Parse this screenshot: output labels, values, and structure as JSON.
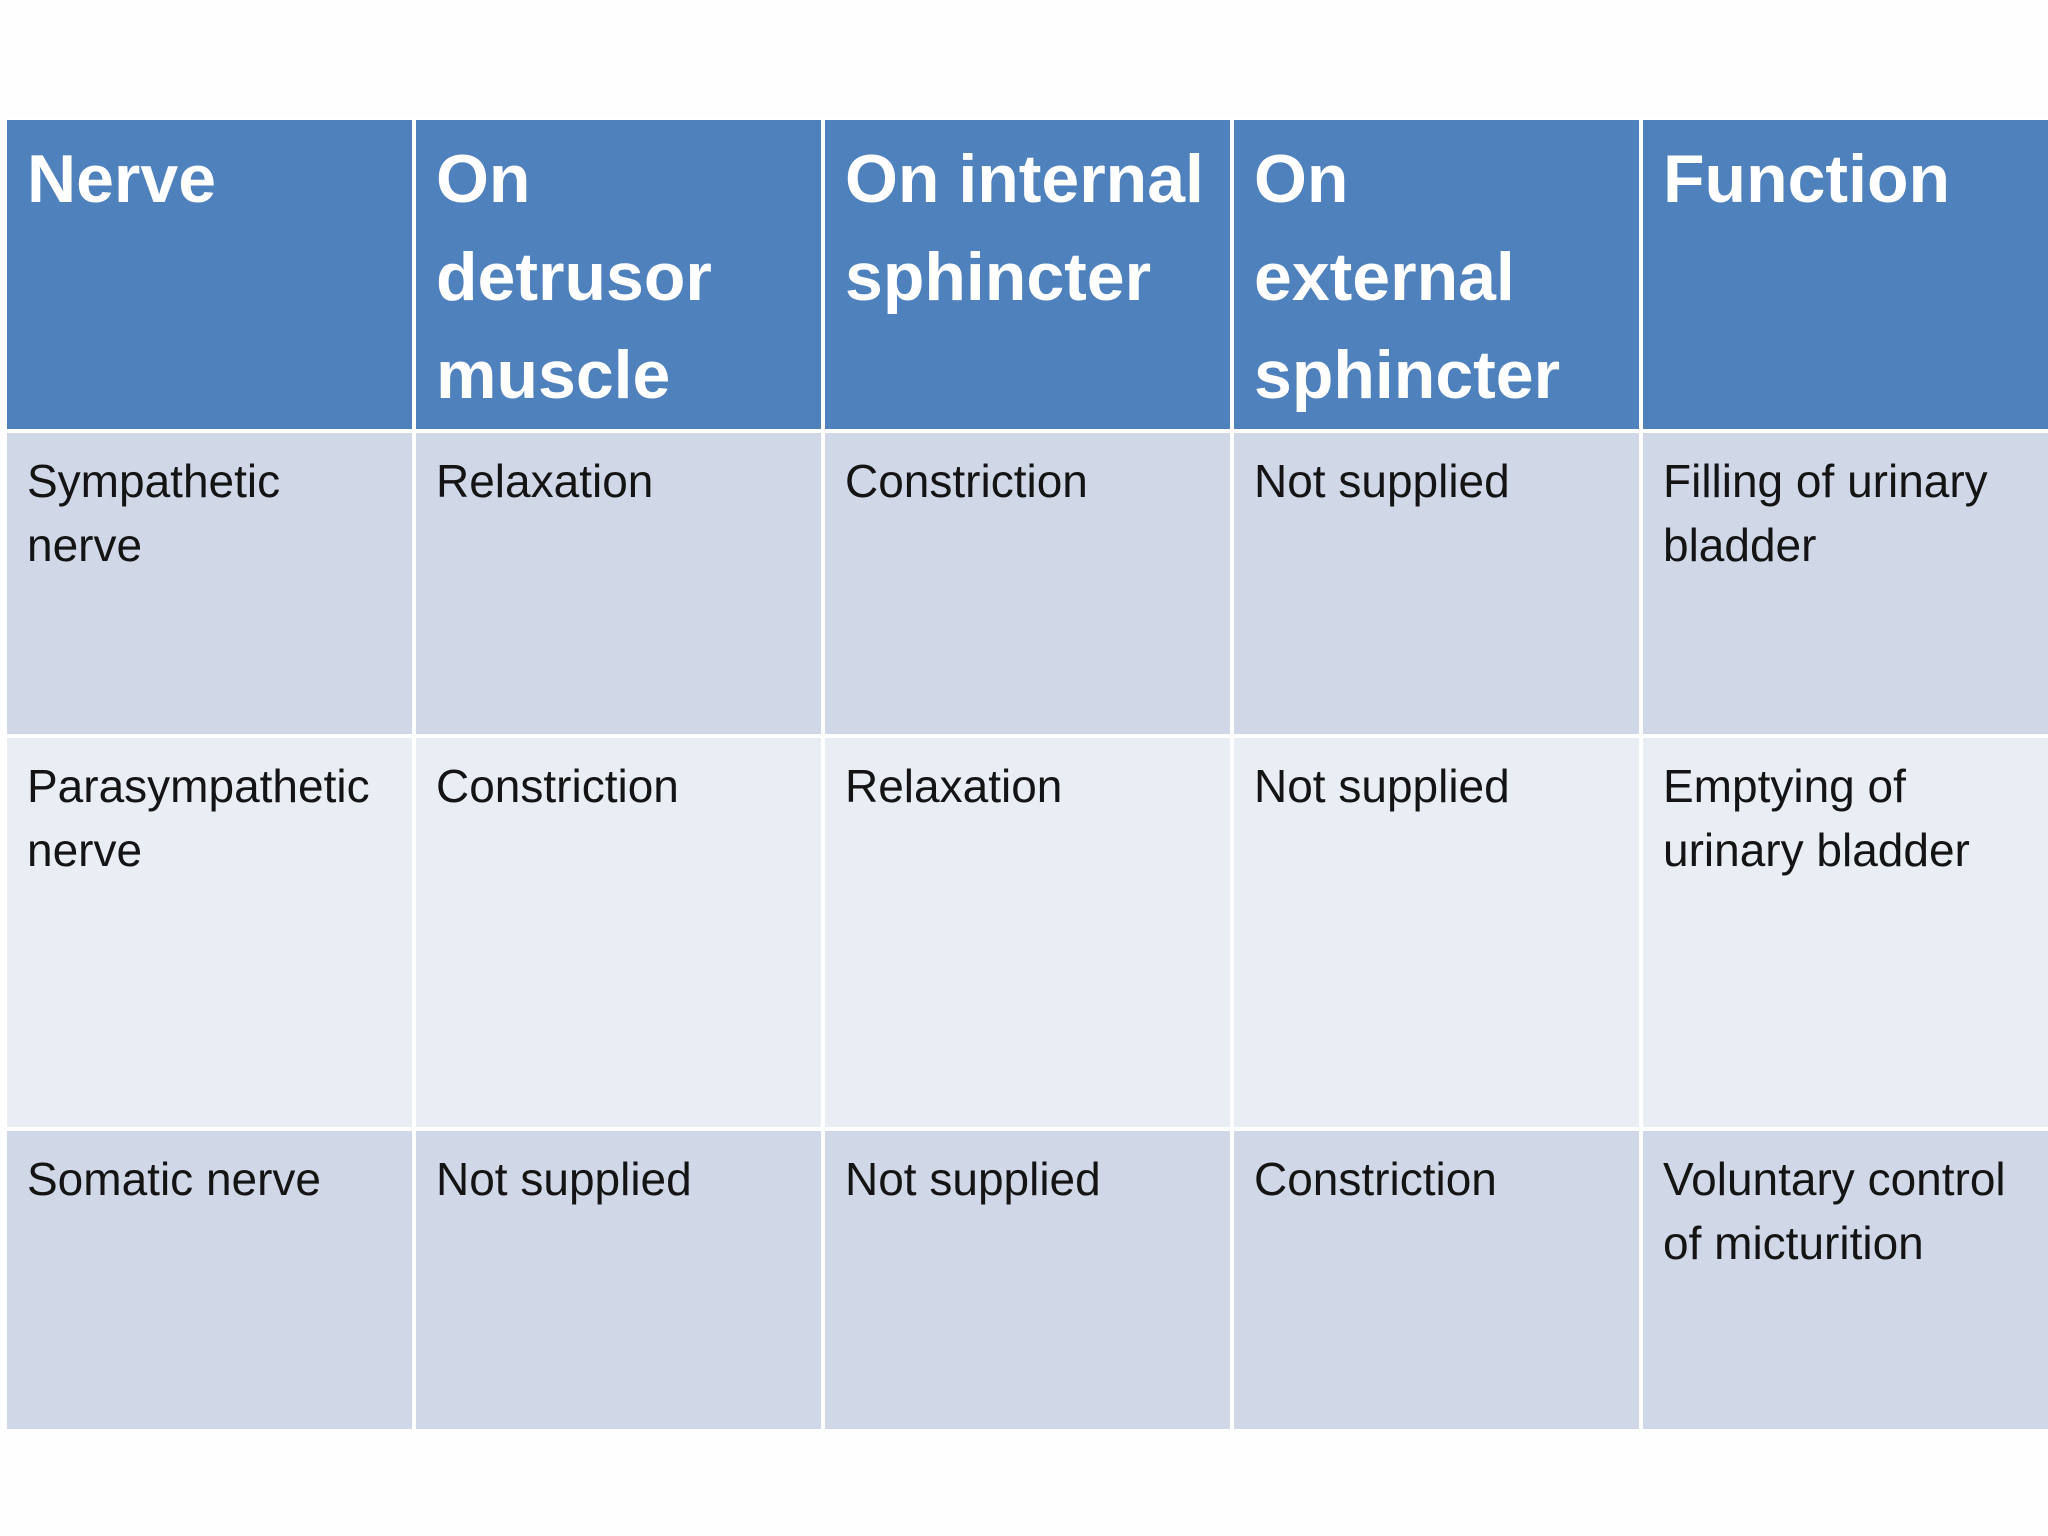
{
  "table": {
    "headers": [
      "Nerve",
      "On detrusor muscle",
      "On internal sphincter",
      "On external sphincter",
      "Function"
    ],
    "rows": [
      [
        "Sympathetic nerve",
        "Relaxation",
        "Constriction",
        "Not supplied",
        "Filling of urinary bladder"
      ],
      [
        "Parasympathetic nerve",
        "Constriction",
        "Relaxation",
        "Not supplied",
        "Emptying of urinary bladder"
      ],
      [
        "Somatic nerve",
        "Not supplied",
        "Not supplied",
        "Constriction",
        "Voluntary control of micturition"
      ]
    ]
  },
  "colors": {
    "header_background": "#4f81bd",
    "header_text": "#ffffff",
    "row_band_dark": "#d0d8e8",
    "row_band_light": "#e9edf4",
    "body_text": "#141414"
  }
}
